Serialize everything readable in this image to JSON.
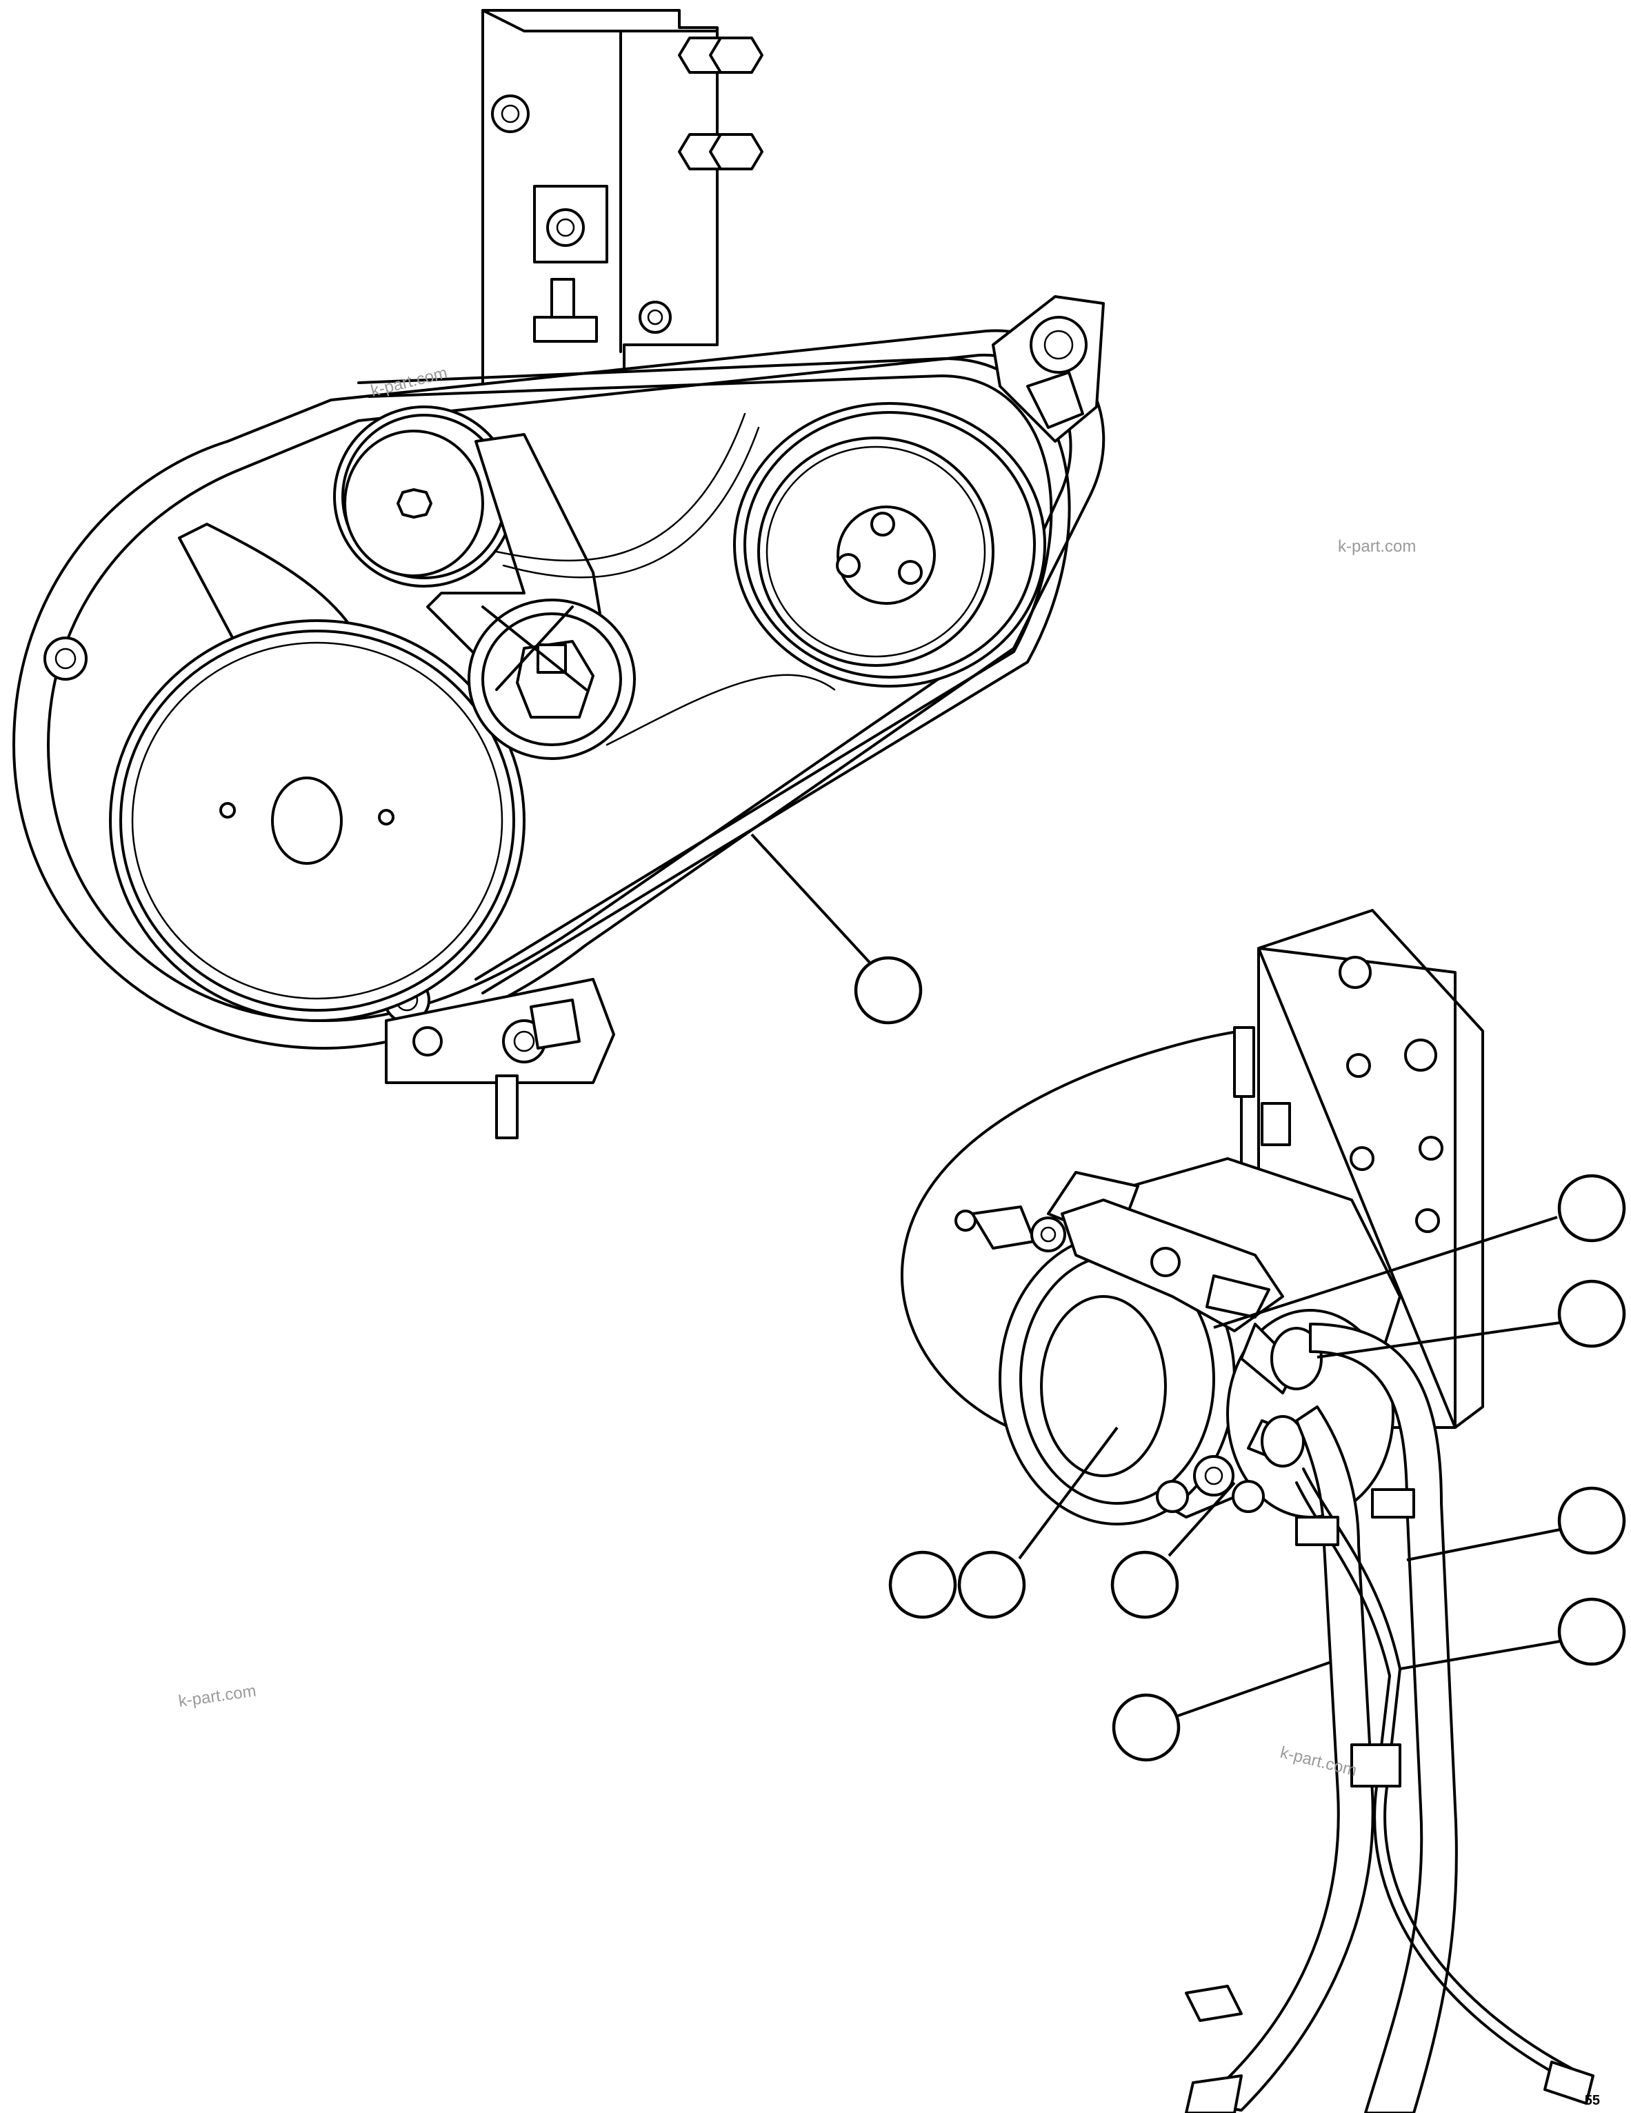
{
  "watermarks": [
    "k-part.com",
    "k-part.com",
    "k-part.com",
    "k-part.com"
  ],
  "figure_number": "55",
  "callouts": [
    {
      "id": "belt",
      "label": ""
    },
    {
      "id": "compressor-a",
      "label": ""
    },
    {
      "id": "compressor-b",
      "label": ""
    },
    {
      "id": "bolt",
      "label": ""
    },
    {
      "id": "bracket",
      "label": ""
    },
    {
      "id": "fitting",
      "label": ""
    },
    {
      "id": "hose-right",
      "label": ""
    },
    {
      "id": "wire-harness",
      "label": ""
    },
    {
      "id": "hose-left",
      "label": ""
    }
  ]
}
